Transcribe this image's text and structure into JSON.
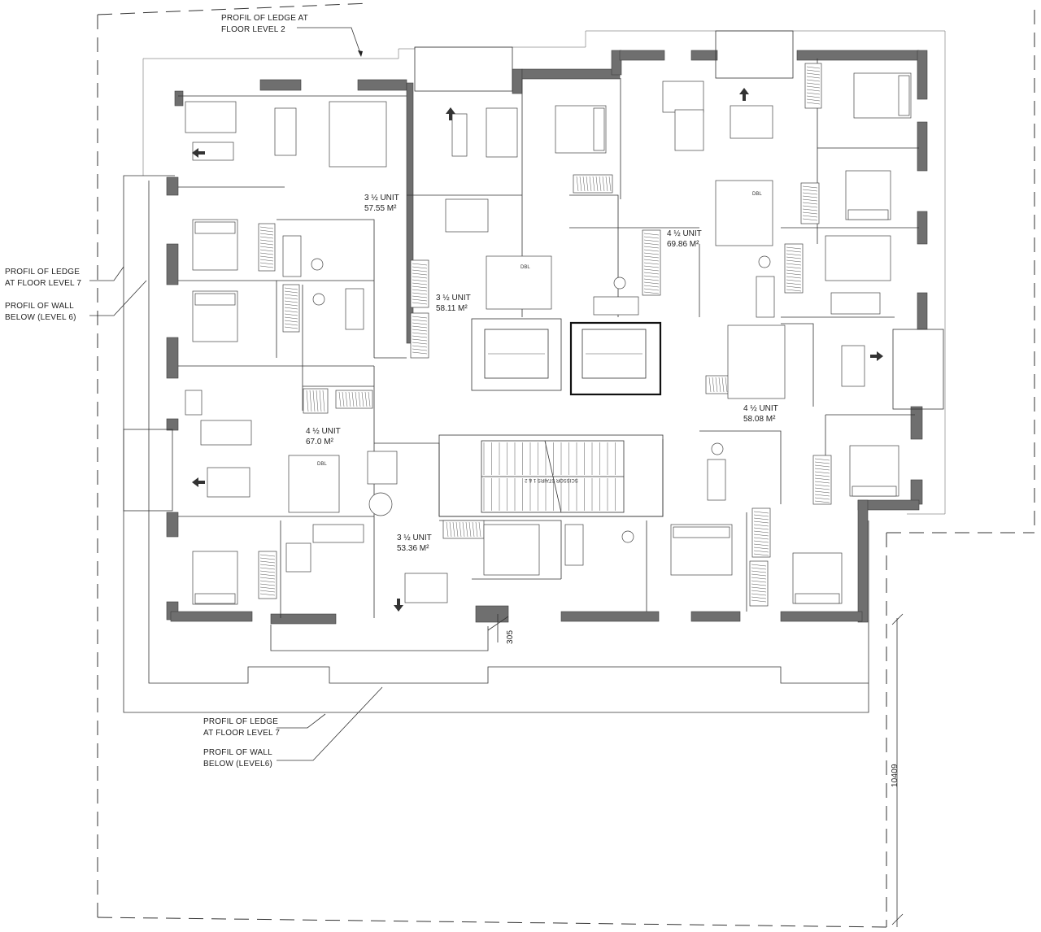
{
  "callouts": {
    "ledge_level2_line1": "PROFIL OF LEDGE AT",
    "ledge_level2_line2": "FLOOR  LEVEL  2",
    "ledge_level7_left_line1": "PROFIL OF LEDGE",
    "ledge_level7_left_line2": "AT FLOOR LEVEL 7",
    "wall_level6_left_line1": "PROFIL OF WALL",
    "wall_level6_left_line2": "BELOW (LEVEL 6)",
    "ledge_level7_bottom_line1": "PROFIL OF LEDGE",
    "ledge_level7_bottom_line2": "AT FLOOR LEVEL 7",
    "wall_level6_bottom_line1": "PROFIL OF WALL",
    "wall_level6_bottom_line2": "BELOW (LEVEL6)"
  },
  "units": [
    {
      "type": "3 ½ UNIT",
      "area": "57.55 M²"
    },
    {
      "type": "3 ½ UNIT",
      "area": "58.11 M²"
    },
    {
      "type": "4 ½ UNIT",
      "area": "69.86 M²"
    },
    {
      "type": "4 ½ UNIT",
      "area": "67.0 M²"
    },
    {
      "type": "4 ½ UNIT",
      "area": "58.08 M²"
    },
    {
      "type": "3 ½ UNIT",
      "area": "53.36 M²"
    }
  ],
  "stairs_label": "SCISSOR STAIRS 1 & 2",
  "dimensions": {
    "gap": "305",
    "height": "10409"
  },
  "fixture_labels": {
    "stack": "DBL"
  }
}
